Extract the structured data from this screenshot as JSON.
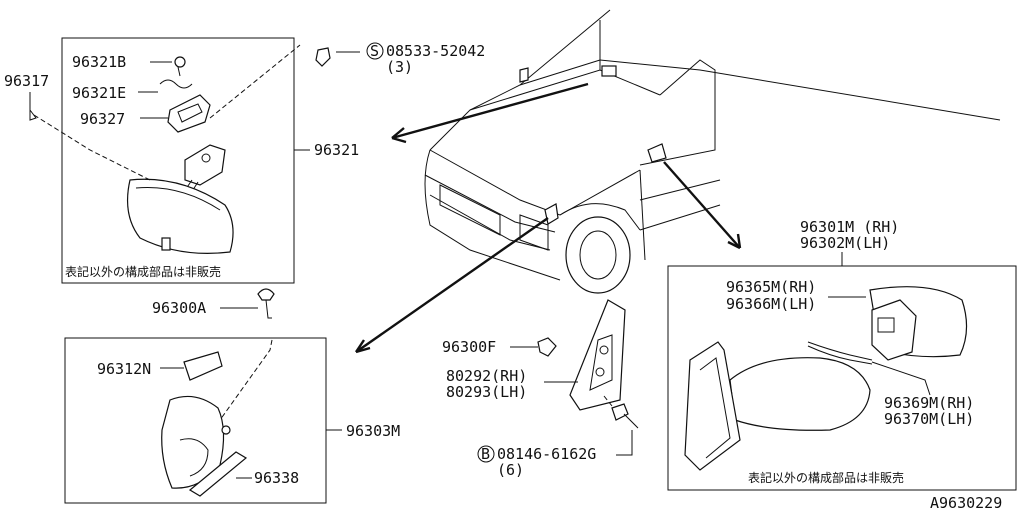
{
  "labels": {
    "p96317": "96317",
    "p96321B": "96321B",
    "p96321E": "96321E",
    "p96327": "96327",
    "p96321": "96321",
    "screw_s": "08533-52042",
    "screw_s_qty": "(3)",
    "p96300A": "96300A",
    "p96312N": "96312N",
    "p96303M": "96303M",
    "p96338": "96338",
    "p96300F": "96300F",
    "p80292": "80292(RH)",
    "p80293": "80293(LH)",
    "bolt_b": "08146-6162G",
    "bolt_b_qty": "(6)",
    "p96301M": "96301M (RH)",
    "p96302M": "96302M(LH)",
    "p96365M": "96365M(RH)",
    "p96366M": "96366M(LH)",
    "p96369M": "96369M(RH)",
    "p96370M": "96370M(LH)",
    "drawing_no": "A9630229"
  },
  "symbols": {
    "s_mark": "S",
    "b_mark": "B"
  },
  "notes": {
    "not_sold_1": "表記以外の構成部品は非販売",
    "not_sold_2": "表記以外の構成部品は非販売"
  }
}
